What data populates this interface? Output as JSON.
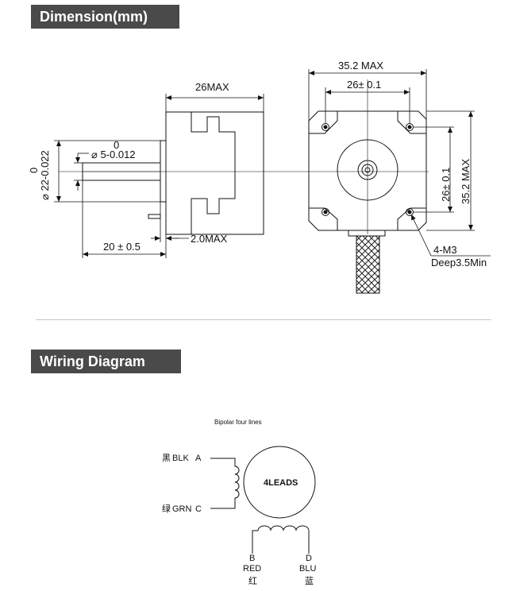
{
  "sections": {
    "dimension_title": "Dimension(mm)",
    "wiring_title": "Wiring Diagram"
  },
  "dimension": {
    "labels": {
      "body_length": "26MAX",
      "shaft_diameter_tol": "0",
      "shaft_diameter": "⌀ 5-0.012",
      "boss_tol": "0",
      "boss_diameter": "⌀ 22-0.022",
      "shaft_length": "20 ± 0.5",
      "boss_height": "2.0MAX",
      "overall_width": "35.2  MAX",
      "hole_spacing_h": "26± 0.1",
      "hole_spacing_v": "26± 0.1",
      "overall_height": "35.2  MAX",
      "hole_spec": "4-M3",
      "hole_depth": "Deep3.5Min"
    }
  },
  "wiring": {
    "subtitle": "Bipolar four lines",
    "center_label": "4LEADS",
    "leads": [
      {
        "cn": "黑",
        "color": "BLK",
        "pin": "A"
      },
      {
        "cn": "绿",
        "color": "GRN",
        "pin": "C"
      },
      {
        "cn": "红",
        "color": "RED",
        "pin": "B"
      },
      {
        "cn": "蓝",
        "color": "BLU",
        "pin": "D"
      }
    ]
  }
}
